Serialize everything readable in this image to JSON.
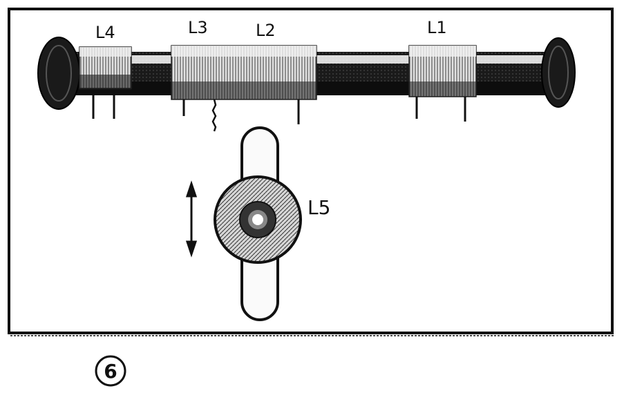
{
  "coil_labels": {
    "l4": "L4",
    "l3": "L3",
    "l2": "L2",
    "l1": "L1",
    "l5": "L5"
  },
  "figure_number": "6",
  "colors": {
    "ink": "#111111",
    "paper": "#ffffff",
    "coil_light": "#e4e4e4"
  }
}
